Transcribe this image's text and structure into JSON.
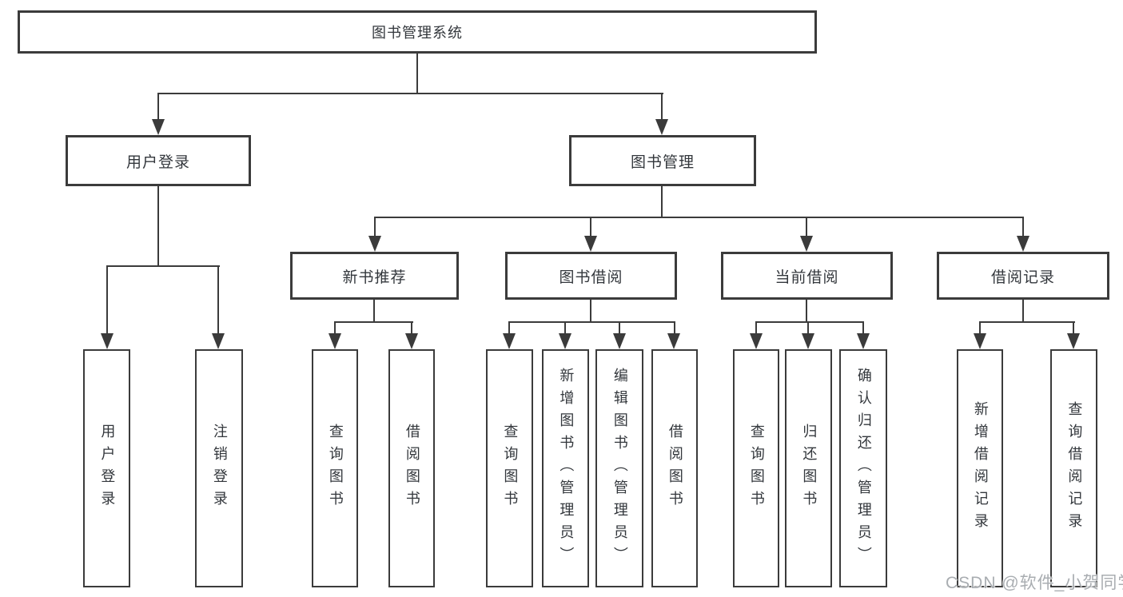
{
  "diagram": {
    "root": "图书管理系统",
    "branches": [
      {
        "label": "用户登录",
        "children": [
          "用户登录",
          "注销登录"
        ]
      },
      {
        "label": "图书管理",
        "groups": [
          {
            "label": "新书推荐",
            "children": [
              "查询图书",
              "借阅图书"
            ]
          },
          {
            "label": "图书借阅",
            "children": [
              "查询图书",
              "新增图书（管理员）",
              "编辑图书（管理员）",
              "借阅图书"
            ]
          },
          {
            "label": "当前借阅",
            "children": [
              "查询图书",
              "归还图书",
              "确认归还（管理员）"
            ]
          },
          {
            "label": "借阅记录",
            "children": [
              "新增借阅记录",
              "查询借阅记录"
            ]
          }
        ]
      }
    ]
  },
  "watermark": "CSDN @软件_小贺同学",
  "colors": {
    "line": "#3b3b3b",
    "text": "#33373c",
    "watermark": "#a9adb1",
    "background": "#ffffff"
  }
}
